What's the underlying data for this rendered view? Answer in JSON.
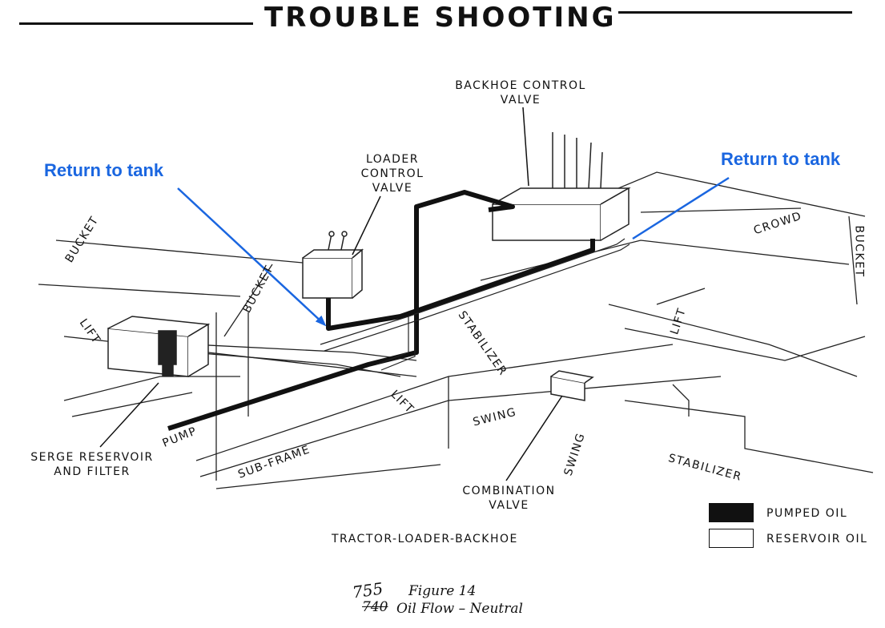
{
  "header": {
    "title": "TROUBLE SHOOTING"
  },
  "callouts": {
    "left": "Return to tank",
    "right": "Return to tank"
  },
  "components": {
    "backhoe_valve": [
      "BACKHOE CONTROL",
      "VALVE"
    ],
    "loader_valve": [
      "LOADER",
      "CONTROL",
      "VALVE"
    ],
    "reservoir": [
      "SERGE RESERVOIR",
      "AND FILTER"
    ],
    "combination_valve": [
      "COMBINATION",
      "VALVE"
    ]
  },
  "parts": {
    "bucket_left": "BUCKET",
    "bucket_mid": "BUCKET",
    "bucket_right": "BUCKET",
    "lift_left": "LIFT",
    "lift_mid": "LIFT",
    "lift_right": "LIFT",
    "crowd": "CROWD",
    "stabilizer_mid": "STABILIZER",
    "stabilizer_right": "STABILIZER",
    "swing_mid": "SWING",
    "swing_low": "SWING",
    "pump": "PUMP",
    "sub_frame": "SUB-FRAME"
  },
  "legend": {
    "pumped": "PUMPED OIL",
    "reservoir": "RESERVOIR OIL",
    "pumped_color": "#111111",
    "reservoir_color": "#ffffff"
  },
  "caption": {
    "machine": "TRACTOR-LOADER-BACKHOE",
    "figure": "Figure 14",
    "subtitle": "Oil Flow – Neutral",
    "handwritten_new": "755",
    "handwritten_struck": "740"
  },
  "colors": {
    "callout": "#1a66e0",
    "ink": "#111111"
  }
}
